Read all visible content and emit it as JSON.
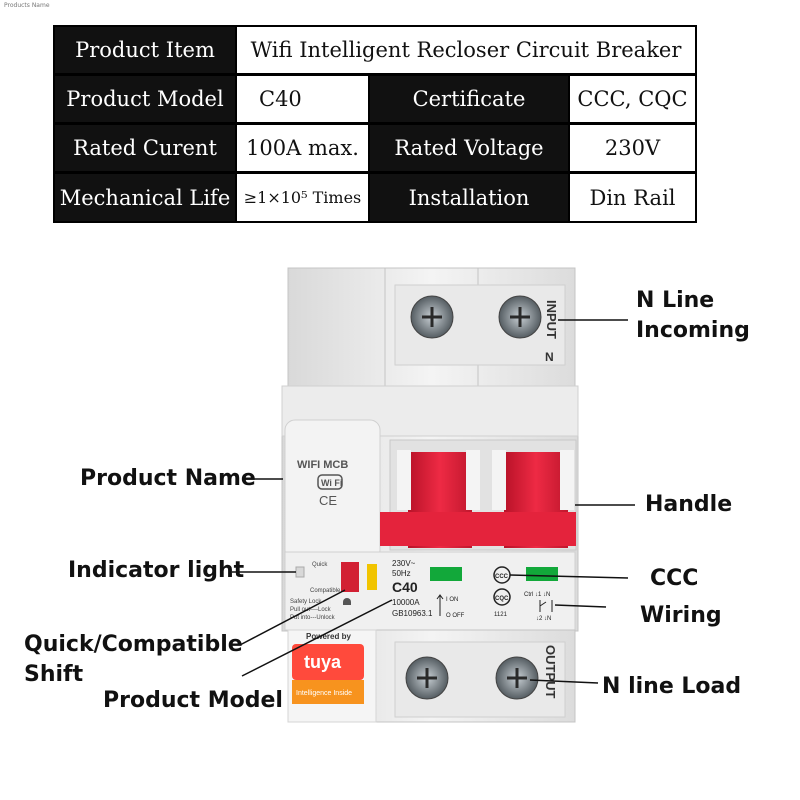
{
  "header_caption": "Products Name",
  "spec_table": {
    "product_item_label": "Product Item",
    "product_item_value": "Wifi Intelligent Recloser Circuit Breaker",
    "product_model_label": "Product Model",
    "product_model_value": "C40",
    "certificate_label": "Certificate",
    "certificate_value": "CCC, CQC",
    "rated_current_label": "Rated Curent",
    "rated_current_value": "100A max.",
    "rated_voltage_label": "Rated Voltage",
    "rated_voltage_value": "230V",
    "mechanical_life_label": "Mechanical Life",
    "mechanical_life_value": "≥1×10⁵ Times",
    "installation_label": "Installation",
    "installation_value": "Din Rail"
  },
  "device": {
    "input_text": "INPUT",
    "input_n": "N",
    "output_text": "OUTPUT",
    "wifi_mcb": "WIFI MCB",
    "wifi_badge": "Wi Fi",
    "ce_mark": "CE",
    "quick": "Quick",
    "compatible": "Compatible",
    "safety_lock": "Safety Lock",
    "pull_out": "Pull out----Lock",
    "put_into": "Put into---Unlock",
    "rating_voltage": "230V~",
    "rating_freq": "50Hz",
    "rating_model": "C40",
    "rating_breaking": "10000A",
    "rating_standard": "GB10963.1",
    "on_label": "I ON",
    "off_label": "O OFF",
    "ccc_mark": "CCC",
    "cqc_mark": "CQC",
    "cert_no": "1121",
    "wiring_top": "Ctrl  ↓1  ↓N",
    "wiring_bottom": "↓2  ↓N",
    "powered_by": "Powered by",
    "tuya": "tuya",
    "intelligence_inside": "Intelligence Inside"
  },
  "callouts": {
    "n_line_incoming_1": "N Line",
    "n_line_incoming_2": "Incoming",
    "product_name": "Product Name",
    "handle": "Handle",
    "indicator_light": "Indicator light",
    "ccc": "CCC",
    "wiring": "Wiring",
    "quick_shift_1": "Quick/Compatible",
    "quick_shift_2": "Shift",
    "n_line_load": "N line Load",
    "product_model": "Product Model"
  },
  "colors": {
    "handle_red": "#e0203a",
    "indicator_green": "#12a83a",
    "tuya_red": "#ff4a3c",
    "lock_yellow": "#f1c400",
    "body_white": "#eeeeee"
  }
}
